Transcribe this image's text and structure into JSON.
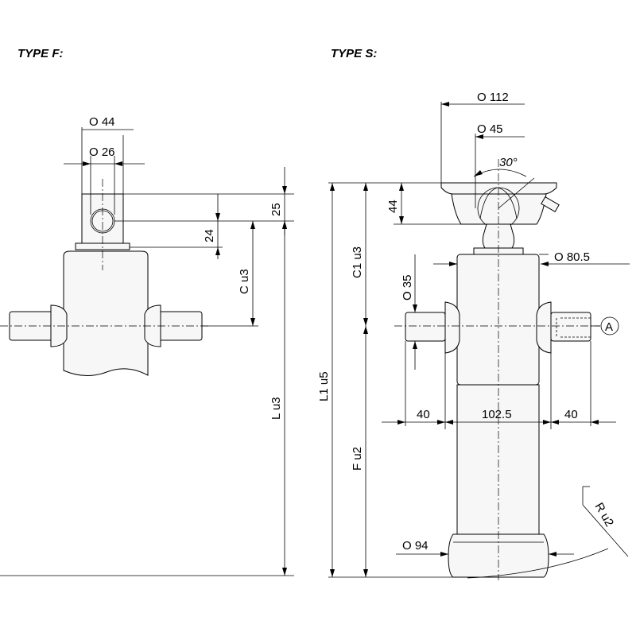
{
  "titles": {
    "type_f": "TYPE F:",
    "type_s": "TYPE S:"
  },
  "type_f": {
    "dim_o44": "O  44",
    "dim_o26": "O  26",
    "dim_25": "25",
    "dim_24": "24",
    "dim_c": "C  u3",
    "dim_l": "L  u3"
  },
  "type_s": {
    "dim_o112": "O  112",
    "dim_o45": "O  45",
    "angle_30": "30°",
    "dim_44": "44",
    "dim_c1": "C1  u3",
    "dim_o80_5": "O  80.5",
    "dim_o35": "O  35",
    "callout_a": "A",
    "dim_l1": "L1  u5",
    "dim_f": "F  u2",
    "dim_40_left": "40",
    "dim_102_5": "102.5",
    "dim_40_right": "40",
    "dim_r": "R  u2",
    "dim_o94": "O  94"
  },
  "colors": {
    "line": "#000000",
    "body_fill": "#f7f7f7",
    "background": "#ffffff"
  }
}
